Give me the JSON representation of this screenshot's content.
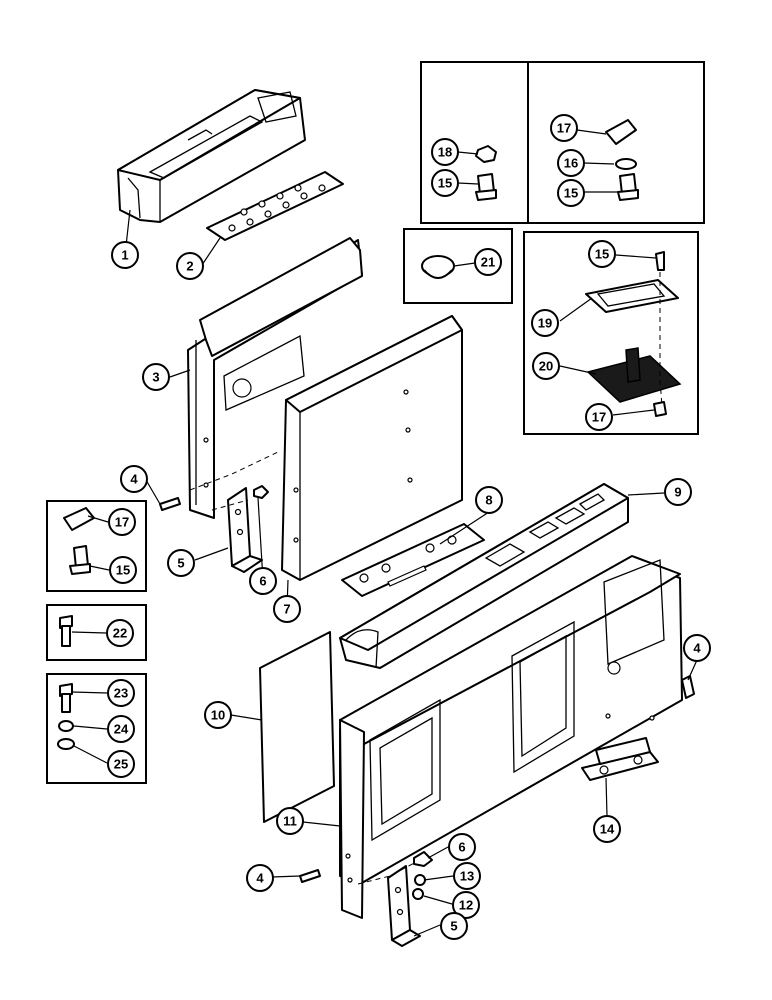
{
  "callouts": {
    "c1": "1",
    "c2": "2",
    "c3": "3",
    "c4a": "4",
    "c4b": "4",
    "c4c": "4",
    "c5a": "5",
    "c5b": "5",
    "c6a": "6",
    "c6b": "6",
    "c7": "7",
    "c8": "8",
    "c9": "9",
    "c10": "10",
    "c11": "11",
    "c12": "12",
    "c13": "13",
    "c14": "14",
    "c15a": "15",
    "c15b": "15",
    "c15c": "15",
    "c15d": "15",
    "c16": "16",
    "c17a": "17",
    "c17b": "17",
    "c17c": "17",
    "c18": "18",
    "c19": "19",
    "c20": "20",
    "c21": "21",
    "c22": "22",
    "c23": "23",
    "c24": "24",
    "c25": "25"
  }
}
